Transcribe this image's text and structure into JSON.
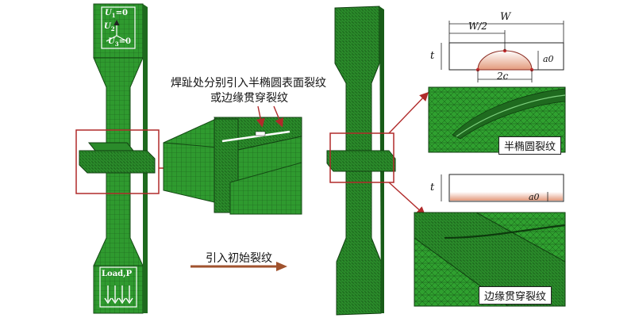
{
  "annotation_top": {
    "line1": "焊趾处分别引入半椭圆表面裂纹",
    "line2": "或边缘贯穿裂纹"
  },
  "arrow_caption": "引入初始裂纹",
  "boundary_condition": {
    "u1": "U",
    "u1_sub": "1",
    "u1_val": "=0",
    "u2": "U",
    "u2_sub": "2",
    "u3": "U",
    "u3_sub": "3",
    "u3_val": "=0"
  },
  "load_label": "Load,P",
  "semi_schematic": {
    "W": "W",
    "W_half": "W/2",
    "t": "t",
    "a0": "a0",
    "two_c": "2c"
  },
  "edge_schematic": {
    "t": "t",
    "a0": "a0"
  },
  "labels": {
    "semi_elliptical": "半椭圆裂纹",
    "edge_through": "边缘贯穿裂纹"
  },
  "colors": {
    "mesh_green": "#2f9a2f",
    "mesh_dark": "#1f6e1f",
    "frame_red": "#b02a2a",
    "arrow_brown": "#a0522d",
    "crack_fill": "#e8b59a"
  }
}
